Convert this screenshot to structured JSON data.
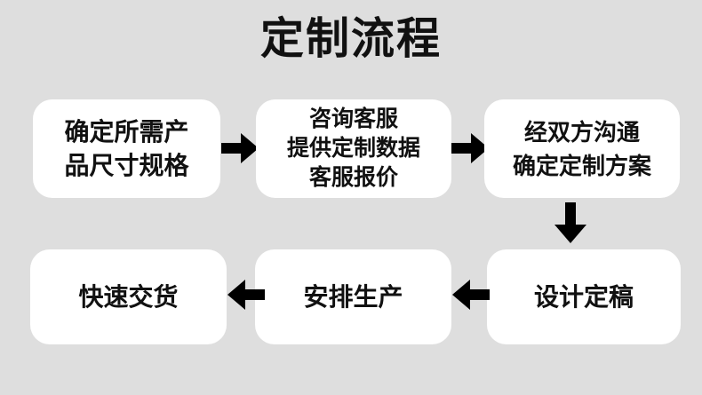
{
  "page": {
    "title": "定制流程",
    "background_color": "#dedede",
    "node_color": "#ffffff",
    "text_color": "#111111",
    "arrow_color": "#000000"
  },
  "flow": {
    "nodes": [
      {
        "id": "node-1",
        "lines": [
          "确定所需产",
          "品尺寸规格"
        ],
        "step": 1
      },
      {
        "id": "node-2",
        "lines": [
          "咨询客服",
          "提供定制数据",
          "客服报价"
        ],
        "step": 2
      },
      {
        "id": "node-3",
        "lines": [
          "经双方沟通",
          "确定定制方案"
        ],
        "step": 3
      },
      {
        "id": "node-4",
        "lines": [
          "设计定稿"
        ],
        "step": 4
      },
      {
        "id": "node-5",
        "lines": [
          "安排生产"
        ],
        "step": 5
      },
      {
        "id": "node-6",
        "lines": [
          "快速交货"
        ],
        "step": 6
      }
    ],
    "connectors": [
      {
        "id": "arrow-r1",
        "direction": "right",
        "from": "node-1",
        "to": "node-2"
      },
      {
        "id": "arrow-r2",
        "direction": "right",
        "from": "node-2",
        "to": "node-3"
      },
      {
        "id": "arrow-down",
        "direction": "down",
        "from": "node-3",
        "to": "node-4"
      },
      {
        "id": "arrow-l1",
        "direction": "left",
        "from": "node-4",
        "to": "node-5"
      },
      {
        "id": "arrow-l2",
        "direction": "left",
        "from": "node-5",
        "to": "node-6"
      }
    ]
  }
}
